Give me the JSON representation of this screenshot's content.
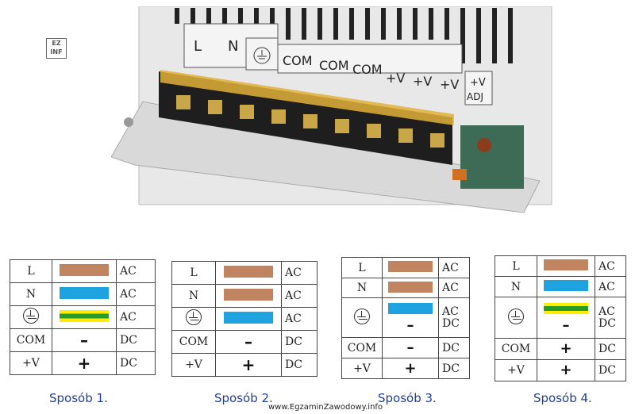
{
  "terminal_labels": {
    "l": "L",
    "n": "N",
    "com1": "COM",
    "com2": "COM",
    "com3": "COM",
    "v1": "+V",
    "v2": "+V",
    "v3": "+V",
    "adj_top": "+V",
    "adj_bottom": "ADJ"
  },
  "tables": [
    {
      "caption": "Sposób 1.",
      "rows": [
        {
          "label": "L",
          "mark": "brown",
          "type": "AC"
        },
        {
          "label": "N",
          "mark": "blue",
          "type": "AC"
        },
        {
          "label": "",
          "mark": "ground-wire",
          "type": "AC",
          "earth": true
        },
        {
          "label": "COM",
          "mark": "–",
          "type": "DC"
        },
        {
          "label": "+V",
          "mark": "+",
          "type": "DC"
        }
      ]
    },
    {
      "caption": "Sposób 2.",
      "rows": [
        {
          "label": "L",
          "mark": "brown",
          "type": "AC"
        },
        {
          "label": "N",
          "mark": "brown",
          "type": "AC"
        },
        {
          "label": "",
          "mark": "blue",
          "type": "AC",
          "earth": true
        },
        {
          "label": "COM",
          "mark": "–",
          "type": "DC"
        },
        {
          "label": "+V",
          "mark": "+",
          "type": "DC"
        }
      ]
    },
    {
      "caption": "Sposób 3.",
      "rows": [
        {
          "label": "L",
          "mark": "brown",
          "type": "AC"
        },
        {
          "label": "N",
          "mark": "brown",
          "type": "AC"
        },
        {
          "label": "",
          "mark": "blue",
          "type": "AC",
          "mark2": "–",
          "type2": "DC",
          "earth": true
        },
        {
          "label": "COM",
          "mark": "–",
          "type": "DC"
        },
        {
          "label": "+V",
          "mark": "+",
          "type": "DC"
        }
      ]
    },
    {
      "caption": "Sposób 4.",
      "rows": [
        {
          "label": "L",
          "mark": "brown",
          "type": "AC"
        },
        {
          "label": "N",
          "mark": "blue",
          "type": "AC"
        },
        {
          "label": "",
          "mark": "ground-wire",
          "type": "AC",
          "mark2": "–",
          "type2": "DC",
          "earth": true
        },
        {
          "label": "COM",
          "mark": "+",
          "type": "DC"
        },
        {
          "label": "+V",
          "mark": "+",
          "type": "DC"
        }
      ]
    }
  ],
  "footer": "www.EgzaminZawodowy.info",
  "colors": {
    "brown": "#c08560",
    "blue": "#1fa3e0",
    "caption": "#1f3f9a"
  }
}
